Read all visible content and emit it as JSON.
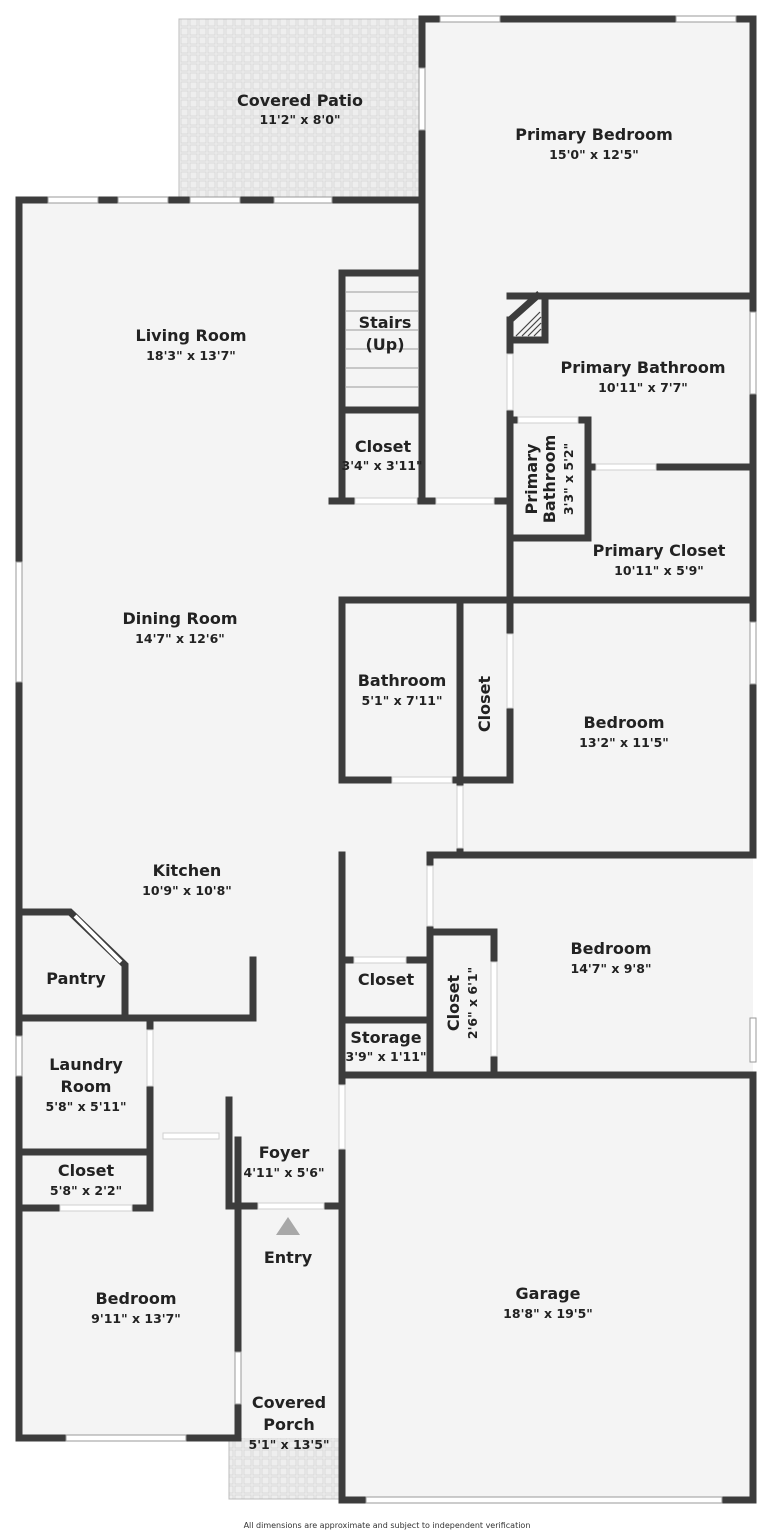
{
  "colors": {
    "wall": "#3c3c3c",
    "floor": "#f4f4f4",
    "outdoor": "#eeeeee",
    "window": "#ffffff",
    "text": "#222222"
  },
  "rooms": {
    "covered_patio": {
      "name": "Covered Patio",
      "dims": "11'2\" x 8'0\""
    },
    "primary_bedroom": {
      "name": "Primary Bedroom",
      "dims": "15'0\" x 12'5\""
    },
    "living_room": {
      "name": "Living Room",
      "dims": "18'3\" x 13'7\""
    },
    "stairs": {
      "name_line1": "Stairs",
      "name_line2": "(Up)"
    },
    "closet_stairs": {
      "name": "Closet",
      "dims": "3'4\" x 3'11\""
    },
    "primary_bathroom": {
      "name": "Primary Bathroom",
      "dims": "10'11\" x 7'7\""
    },
    "primary_bathroom_small": {
      "name_line1": "Primary",
      "name_line2": "Bathroom",
      "dims": "3'3\" x 5'2\""
    },
    "primary_closet": {
      "name": "Primary Closet",
      "dims": "10'11\" x 5'9\""
    },
    "dining_room": {
      "name": "Dining Room",
      "dims": "14'7\" x 12'6\""
    },
    "bathroom": {
      "name": "Bathroom",
      "dims": "5'1\" x 7'11\""
    },
    "closet_hall": {
      "name": "Closet"
    },
    "bedroom_1": {
      "name": "Bedroom",
      "dims": "13'2\" x 11'5\""
    },
    "kitchen": {
      "name": "Kitchen",
      "dims": "10'9\" x 10'8\""
    },
    "bedroom_2": {
      "name": "Bedroom",
      "dims": "14'7\" x 9'8\""
    },
    "pantry": {
      "name": "Pantry"
    },
    "closet_small": {
      "name": "Closet"
    },
    "closet_vertical": {
      "name": "Closet",
      "dims": "2'6\" x 6'1\""
    },
    "storage": {
      "name": "Storage",
      "dims": "3'9\" x 1'11\""
    },
    "laundry_room": {
      "name_line1": "Laundry",
      "name_line2": "Room",
      "dims": "5'8\" x 5'11\""
    },
    "foyer": {
      "name": "Foyer",
      "dims": "4'11\" x 5'6\""
    },
    "closet_laundry": {
      "name": "Closet",
      "dims": "5'8\" x 2'2\""
    },
    "entry": {
      "name": "Entry"
    },
    "garage": {
      "name": "Garage",
      "dims": "18'8\" x 19'5\""
    },
    "bedroom_3": {
      "name": "Bedroom",
      "dims": "9'11\" x 13'7\""
    },
    "covered_porch": {
      "name_line1": "Covered",
      "name_line2": "Porch",
      "dims": "5'1\" x 13'5\""
    }
  },
  "footer": {
    "disclaimer": "All dimensions are approximate and subject to independent verification"
  }
}
